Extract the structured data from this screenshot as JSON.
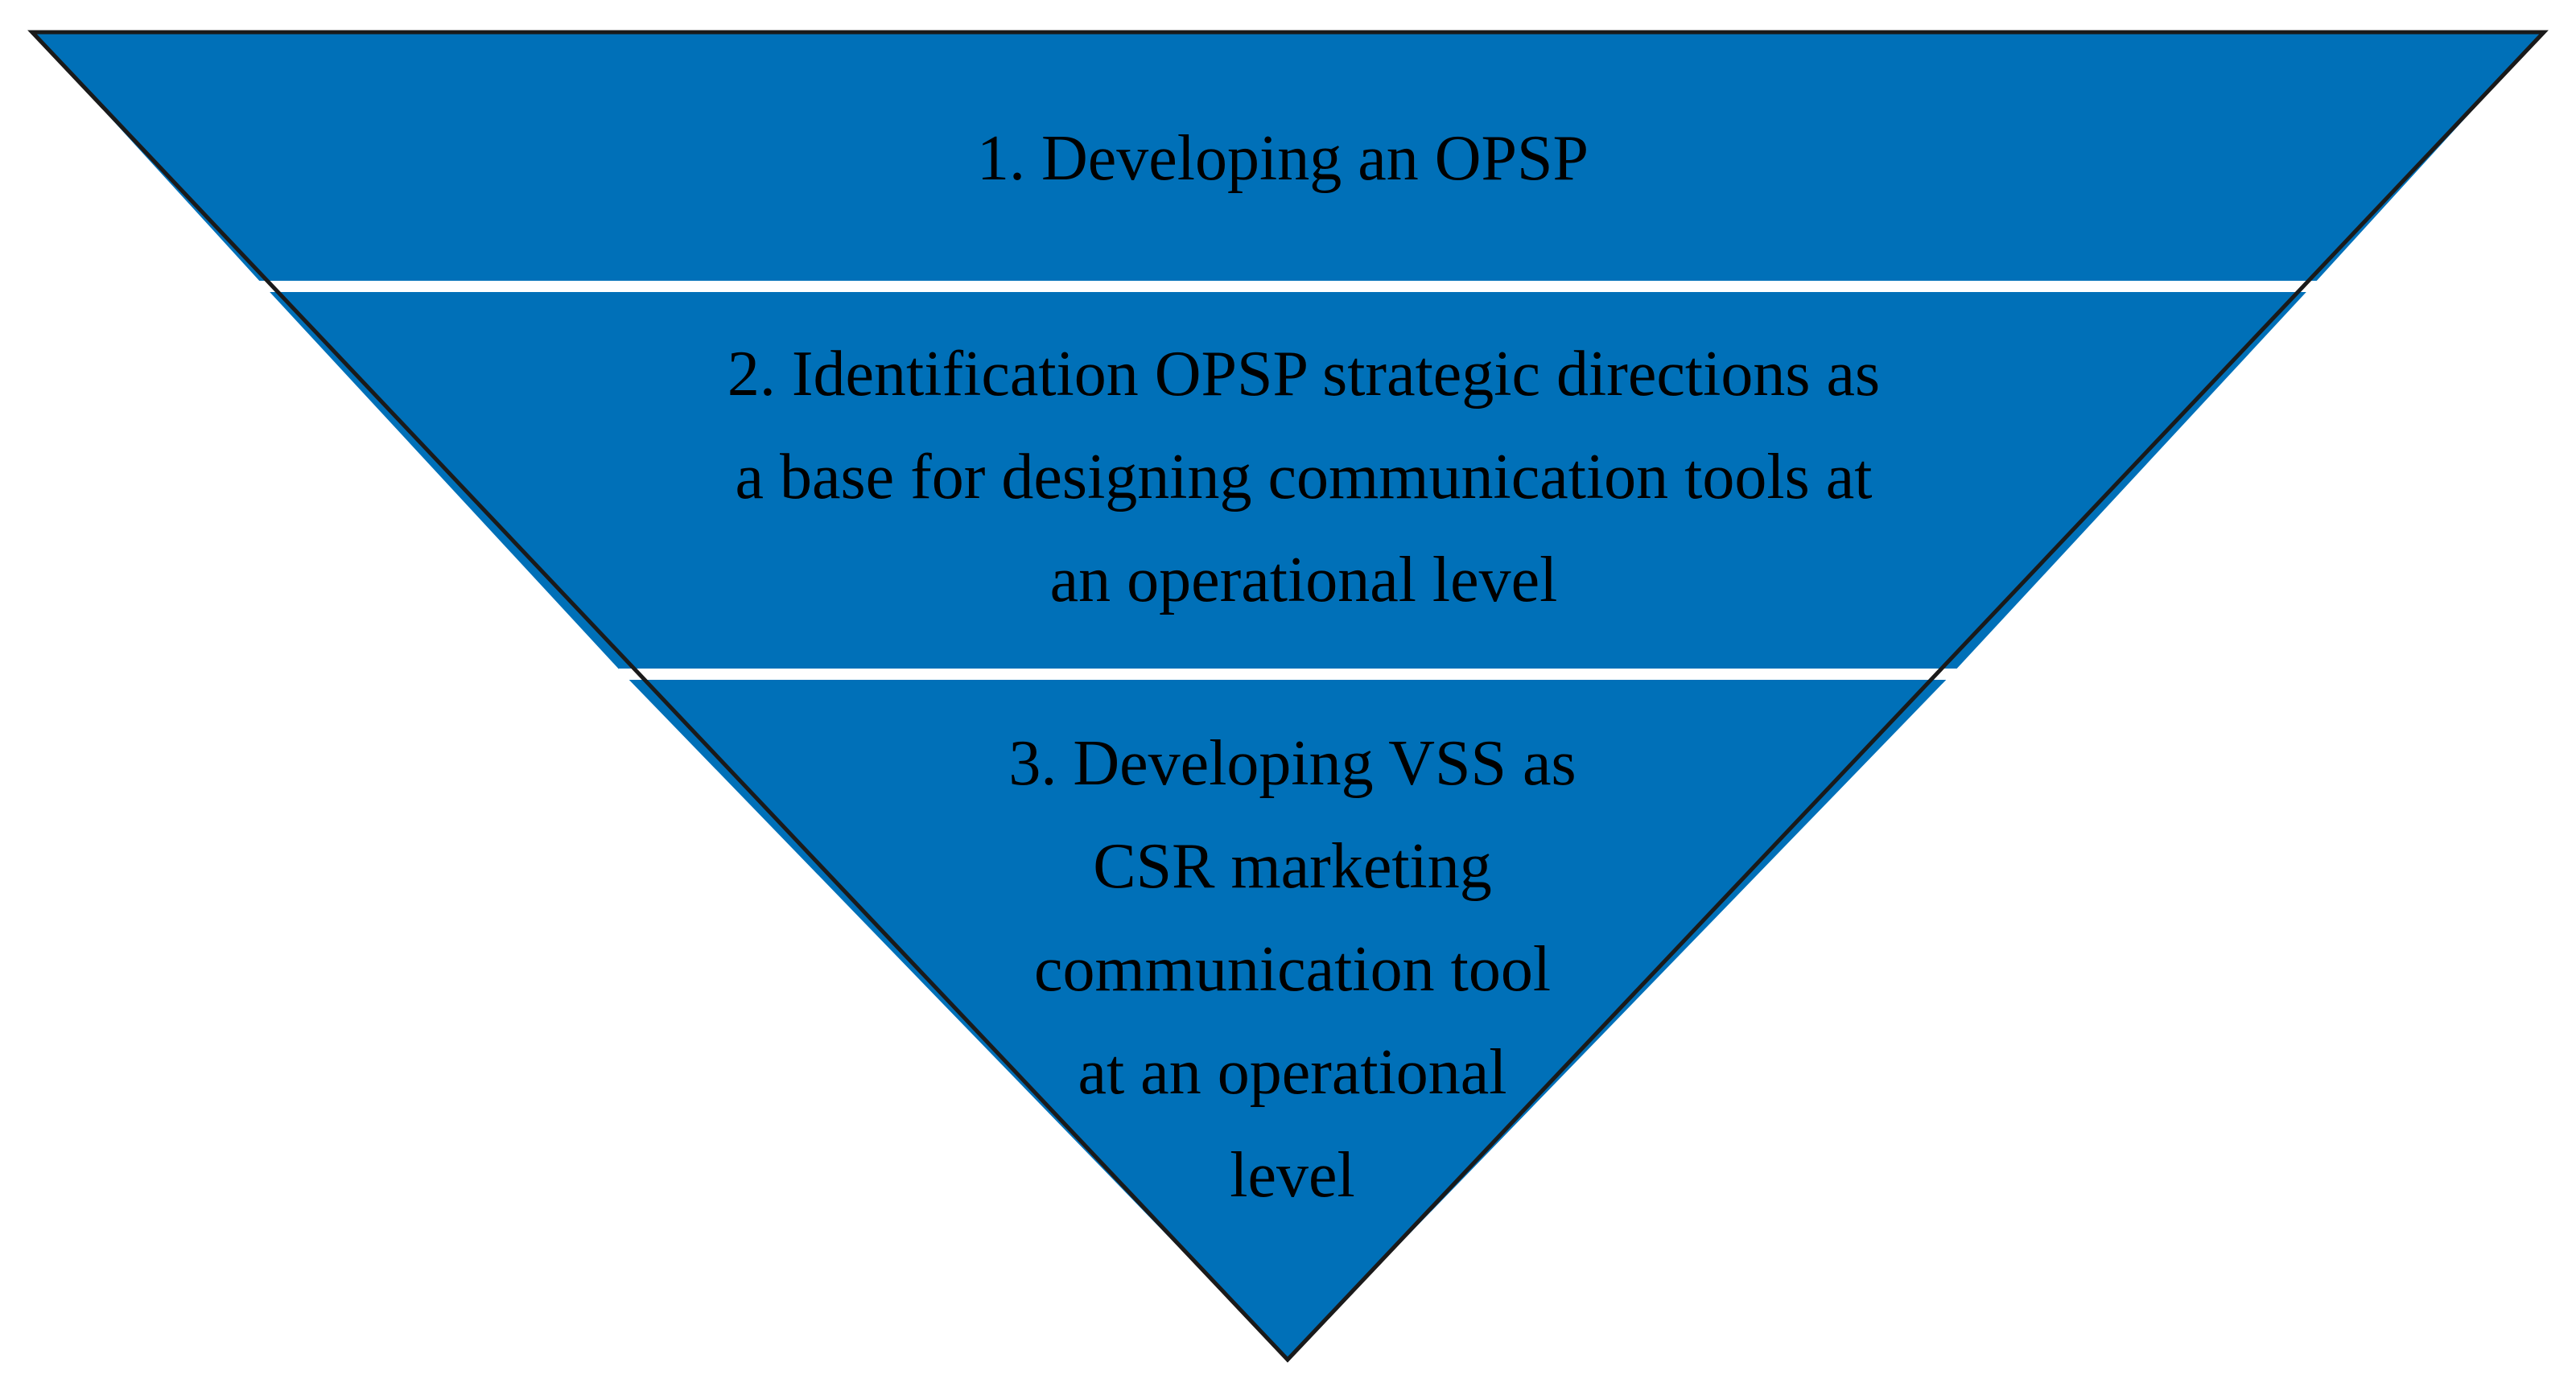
{
  "colors": {
    "fill": "#0070B8",
    "stroke": "#1a1a1a",
    "separator": "#ffffff",
    "text": "#000000"
  },
  "tiers": [
    {
      "lines": [
        "1. Developing an OPSP"
      ]
    },
    {
      "lines": [
        "2. Identification OPSP strategic directions as",
        "a base for designing communication tools at",
        "an operational level"
      ]
    },
    {
      "lines": [
        "3. Developing VSS as",
        "CSR marketing",
        "communication tool",
        "at an operational",
        "level"
      ]
    }
  ]
}
